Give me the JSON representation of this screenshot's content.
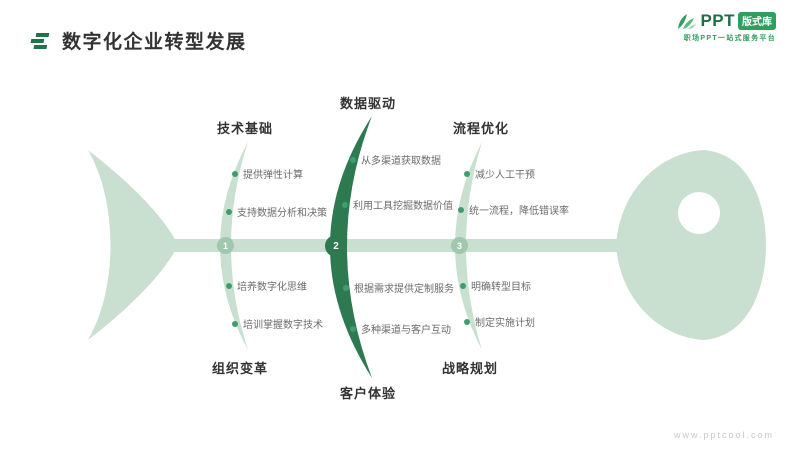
{
  "page": {
    "title": "数字化企业转型发展",
    "footer": "www.pptcool.com"
  },
  "logo": {
    "brand": "PPT",
    "badge": "版式库",
    "tagline": "职场PPT一站式服务平台"
  },
  "colors": {
    "fish_light_green": "#c9dfcf",
    "highlight_dark_green": "#2d7a50",
    "bullet_green": "#3f9d6d",
    "brand_green": "#2f9e5f",
    "title_text": "#333333",
    "item_text": "#6b6b6b",
    "footer_text": "#c9c9c9"
  },
  "fishbone": {
    "branches": [
      {
        "number": "1",
        "top": {
          "label": "技术基础",
          "items": [
            "提供弹性计算",
            "支持数据分析和决策"
          ]
        },
        "bottom": {
          "label": "组织变革",
          "items": [
            "培养数字化思维",
            "培训掌握数字技术"
          ]
        }
      },
      {
        "number": "2",
        "top": {
          "label": "数据驱动",
          "items": [
            "从多渠道获取数据",
            "利用工具挖掘数据价值"
          ]
        },
        "bottom": {
          "label": "客户体验",
          "items": [
            "根据需求提供定制服务",
            "多种渠道与客户互动"
          ]
        }
      },
      {
        "number": "3",
        "top": {
          "label": "流程优化",
          "items": [
            "减少人工干预",
            "统一流程，降低错误率"
          ]
        },
        "bottom": {
          "label": "战略规划",
          "items": [
            "明确转型目标",
            "制定实施计划"
          ]
        }
      }
    ]
  }
}
